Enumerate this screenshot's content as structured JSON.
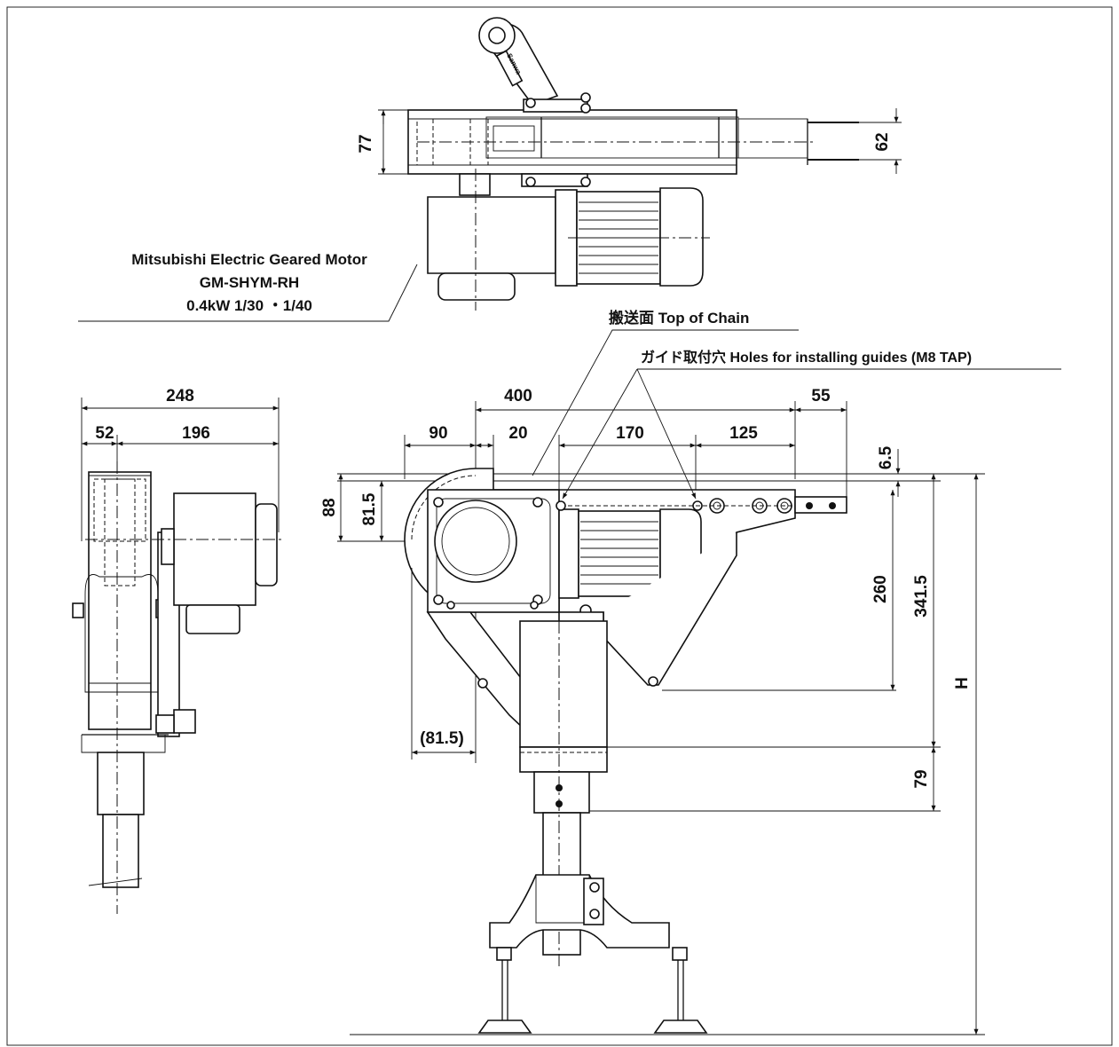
{
  "motor_note": {
    "line1": "Mitsubishi Electric Geared Motor",
    "line2": "GM-SHYM-RH",
    "line3": "0.4kW  1/30 ・1/40"
  },
  "top_of_chain": "搬送面 Top of Chain",
  "guide_holes": "ガイド取付穴 Holes for installing guides (M8 TAP)",
  "brand_plate": "Sanwa",
  "dimensions": {
    "top_left_77": "77",
    "top_right_62": "62",
    "side_248": "248",
    "side_52": "52",
    "side_196": "196",
    "front_400": "400",
    "front_55": "55",
    "front_90": "90",
    "front_20": "20",
    "front_170": "170",
    "front_125": "125",
    "front_6_5": "6.5",
    "front_88": "88",
    "front_81_5": "81.5",
    "front_81_5_paren": "(81.5)",
    "front_260": "260",
    "front_341_5": "341.5",
    "front_H": "H",
    "front_79": "79"
  }
}
